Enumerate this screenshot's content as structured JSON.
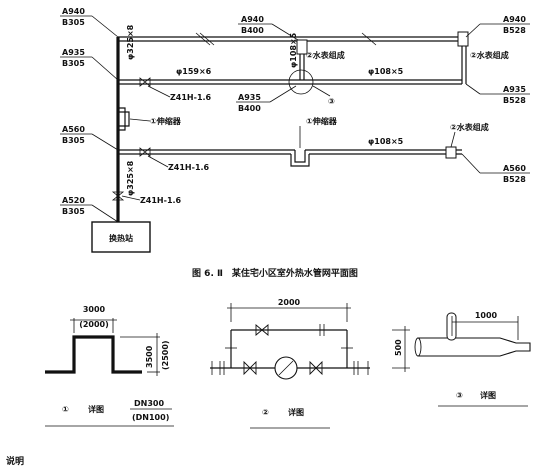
{
  "plan": {
    "caption": "图 6. Ⅱ　某住宅小区室外热水管网平面图",
    "station": "换热站",
    "elev_a940_left": "A940",
    "elev_b305_top": "B305",
    "elev_a935_left": "A935",
    "elev_b305_a935": "B305",
    "elev_a560_left": "A560",
    "elev_b305_a560": "B305",
    "elev_a520": "A520",
    "elev_b305_a520": "B305",
    "elev_a940_mid": "A940",
    "elev_b400_mid": "B400",
    "elev_a935_mid": "A935",
    "elev_b400_low": "B400",
    "elev_a940_right": "A940",
    "elev_b528_right": "B528",
    "elev_a935_right": "A935",
    "elev_b528_right2": "B528",
    "elev_a560_right": "A560",
    "elev_b528_right3": "B528",
    "pipe_325_top": "φ325×8",
    "pipe_325_bottom": "φ325×8",
    "pipe_159": "φ159×6",
    "pipe_108_vert": "φ108×5",
    "pipe_108_top": "φ108×5",
    "pipe_108_low": "φ108×5",
    "valve_1": "Z41H-1.6",
    "valve_2": "Z41H-1.6",
    "valve_3": "Z41H-1.6",
    "expansion_1": "①伸缩器",
    "expansion_2": "①伸缩器",
    "meter_1": "②水表组成",
    "meter_2": "②水表组成",
    "meter_3": "②水表组成",
    "marker_3": "③"
  },
  "detail1": {
    "dim_top": "3000",
    "dim_top_paren": "(2000)",
    "dim_side": "3500",
    "dim_side_paren": "(2500)",
    "num": "①",
    "label": "详图",
    "dn_top": "DN300",
    "dn_bottom": "(DN100)"
  },
  "detail2": {
    "dim_top": "2000",
    "dim_side": "500",
    "num": "②",
    "label": "详图"
  },
  "detail3": {
    "dim": "1000",
    "num": "③",
    "label": "详图"
  },
  "note": "说明"
}
